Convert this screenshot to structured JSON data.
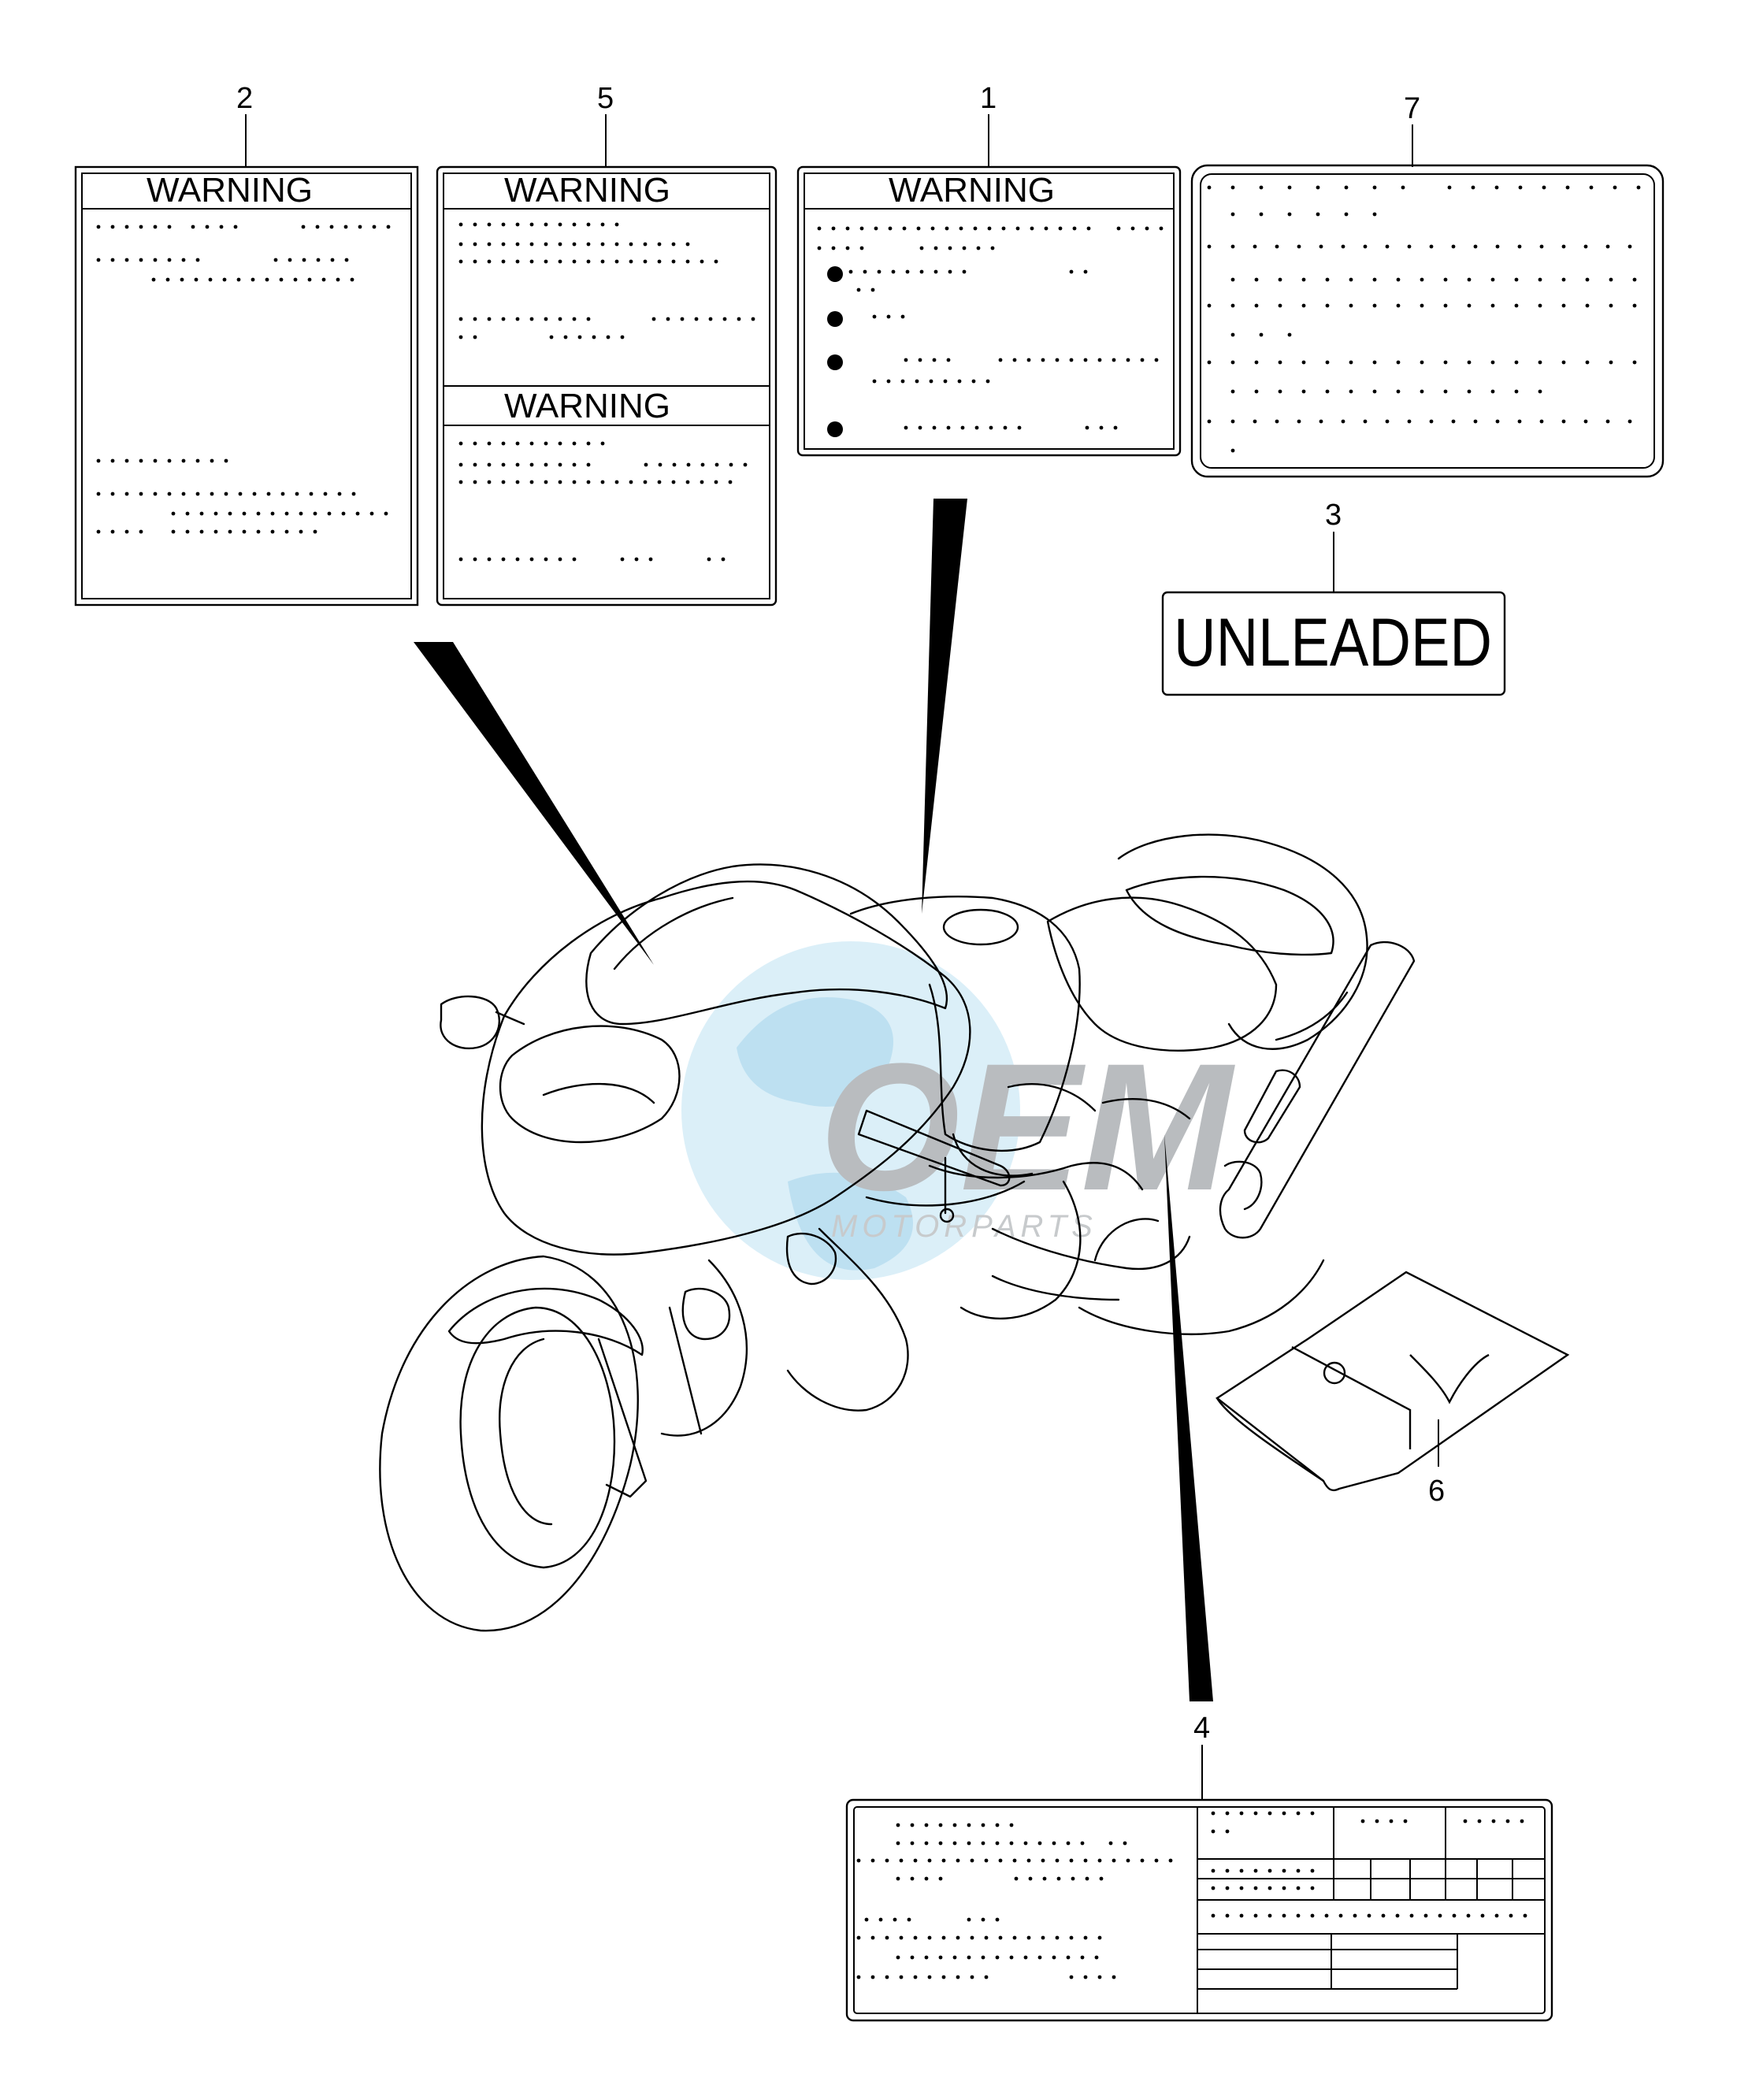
{
  "callouts": [
    "1",
    "2",
    "3",
    "4",
    "5",
    "6",
    "7"
  ],
  "labels": {
    "warning_1": "WARNING",
    "warning_2": "WARNING",
    "warning_5a": "WARNING",
    "warning_5b": "WARNING",
    "unleaded": "UNLEADED"
  },
  "watermark": {
    "text": "OEM",
    "subtext": "MOTORPARTS",
    "color": "#b9bcbf",
    "globe_color": "#bfe3f3"
  },
  "colors": {
    "line": "#000000",
    "background": "#ffffff"
  }
}
